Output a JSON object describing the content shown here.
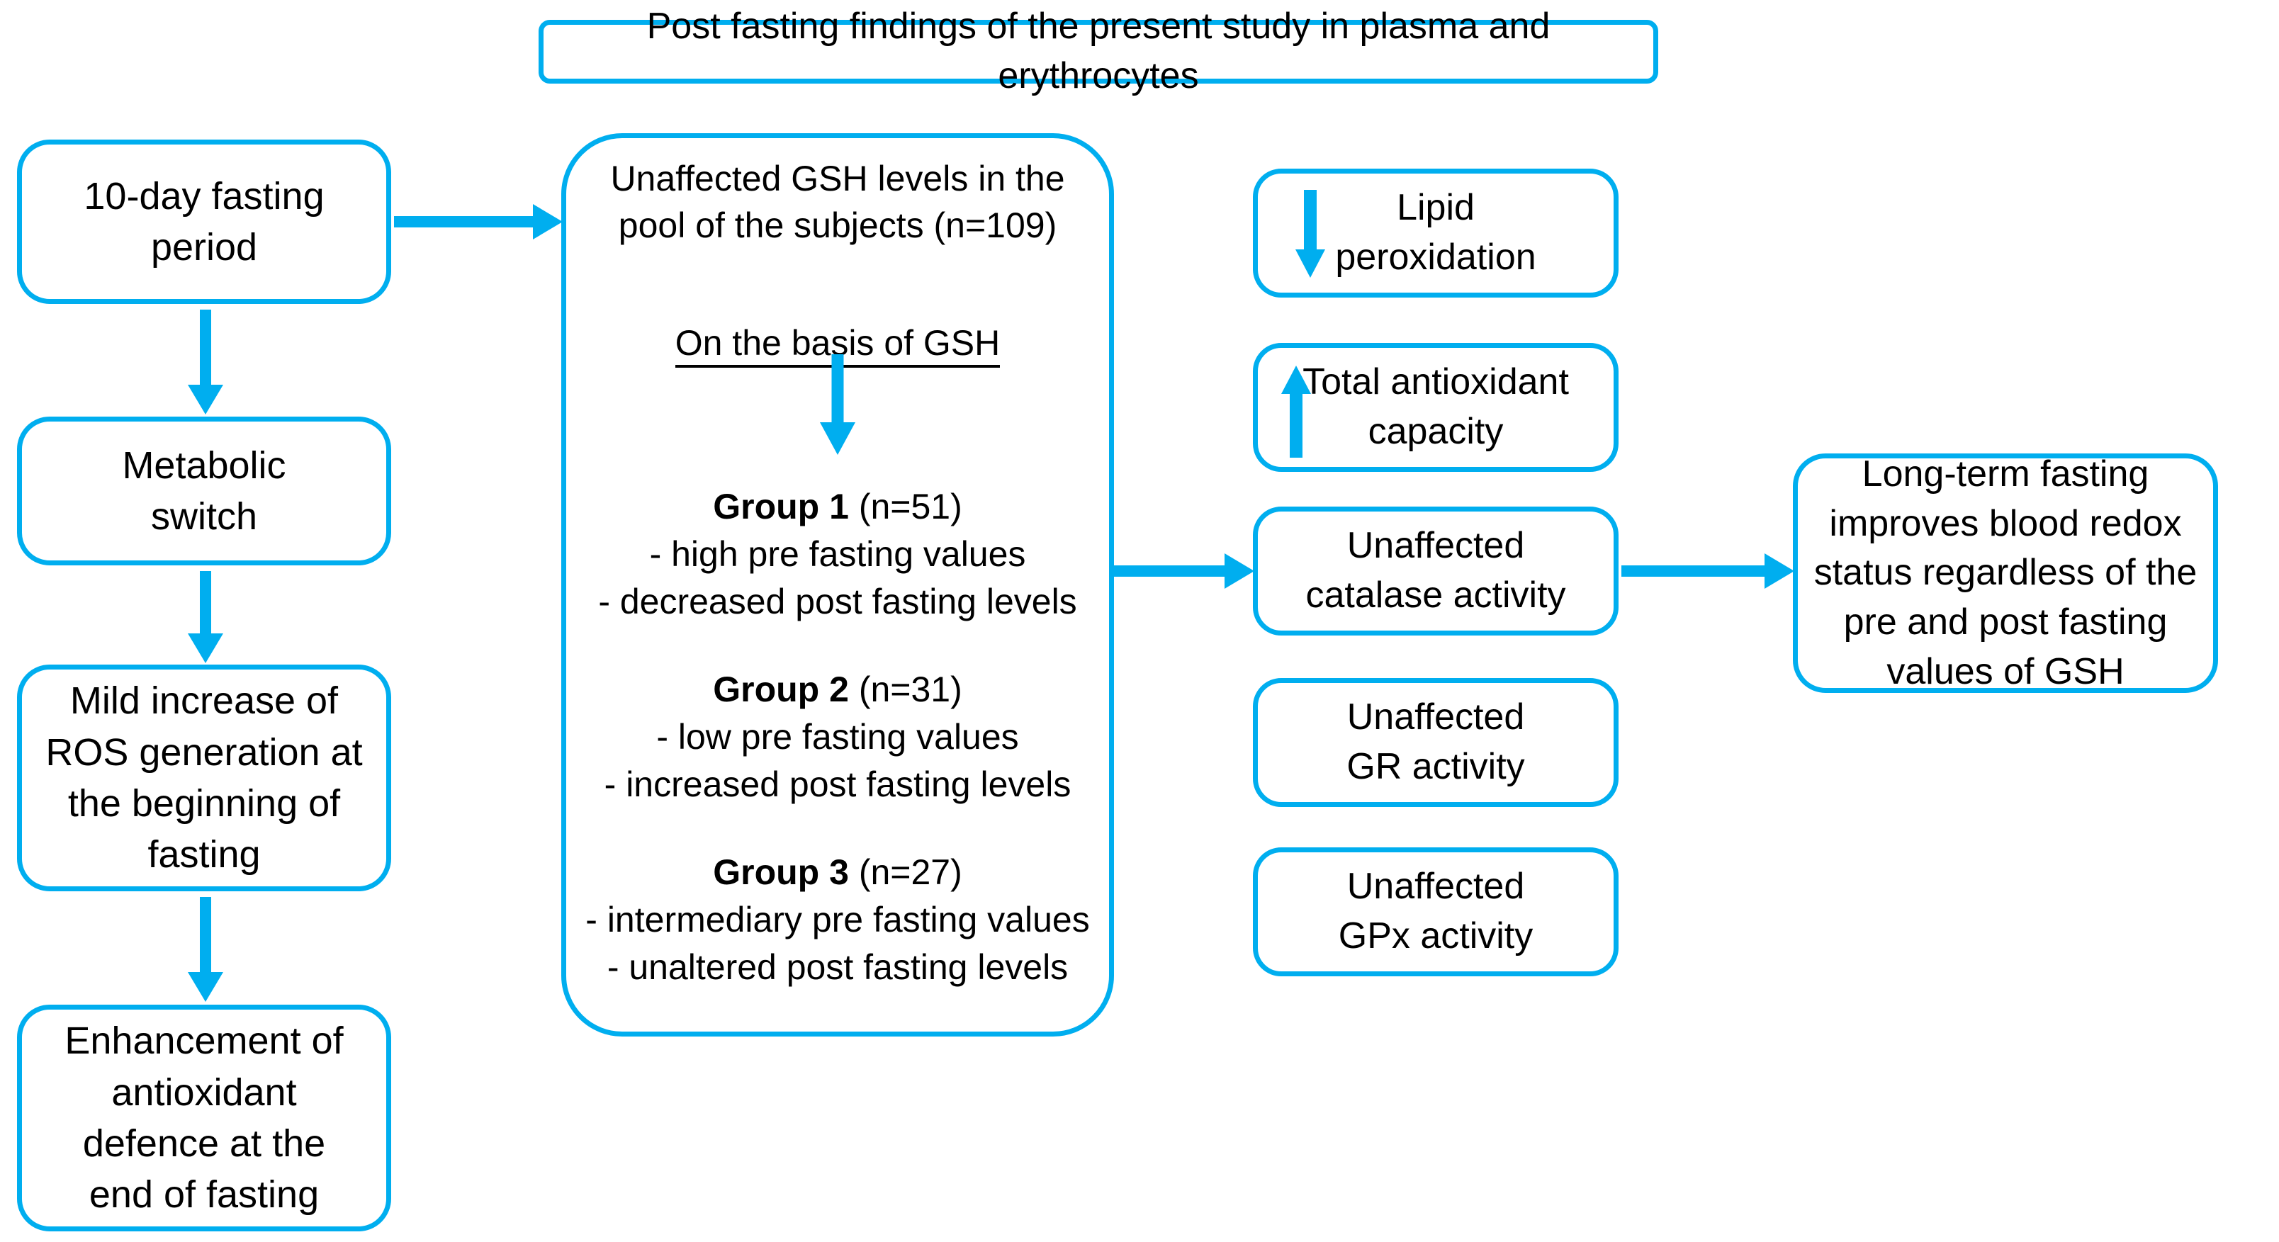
{
  "diagram": {
    "title": "Post fasting findings of the present study in plasma and erythrocytes",
    "accent_color": "#00AEEF",
    "text_color": "#000000",
    "background_color": "#FFFFFF"
  },
  "header": {
    "label": "Post fasting findings of the present study in plasma and erythrocytes"
  },
  "left_column": {
    "nodes": [
      {
        "id": "fasting-period",
        "label": "10-day fasting\nperiod"
      },
      {
        "id": "metabolic-switch",
        "label": "Metabolic\nswitch"
      },
      {
        "id": "ros-generation",
        "label": "Mild increase of\nROS generation at\nthe beginning of\nfasting"
      },
      {
        "id": "antioxidant-defence",
        "label": "Enhancement of\nantioxidant\ndefence at the\nend of fasting"
      }
    ]
  },
  "center_panel": {
    "headline": "Unaffected GSH levels in the\npool of the subjects (n=109)",
    "basis_label": "On the basis of GSH",
    "groups": [
      {
        "name": "Group 1",
        "count": "(n=51)",
        "bullets": [
          "- high pre fasting values",
          "- decreased post fasting levels"
        ]
      },
      {
        "name": "Group 2",
        "count": "(n=31)",
        "bullets": [
          "- low pre fasting values",
          "- increased post fasting levels"
        ]
      },
      {
        "name": "Group 3",
        "count": "(n=27)",
        "bullets": [
          "- intermediary pre fasting values",
          "- unaltered post fasting levels"
        ]
      }
    ]
  },
  "right_column": {
    "nodes": [
      {
        "id": "lipid-peroxidation",
        "label": "Lipid\nperoxidation",
        "trend": "down"
      },
      {
        "id": "total-antioxidant",
        "label": "Total antioxidant\ncapacity",
        "trend": "up"
      },
      {
        "id": "catalase",
        "label": "Unaffected\ncatalase activity",
        "trend": "none"
      },
      {
        "id": "gr-activity",
        "label": "Unaffected\nGR activity",
        "trend": "none"
      },
      {
        "id": "gpx-activity",
        "label": "Unaffected\nGPx activity",
        "trend": "none"
      }
    ]
  },
  "conclusion": {
    "label": "Long-term fasting\nimproves blood redox\nstatus regardless of the\npre and post fasting\nvalues of GSH"
  }
}
